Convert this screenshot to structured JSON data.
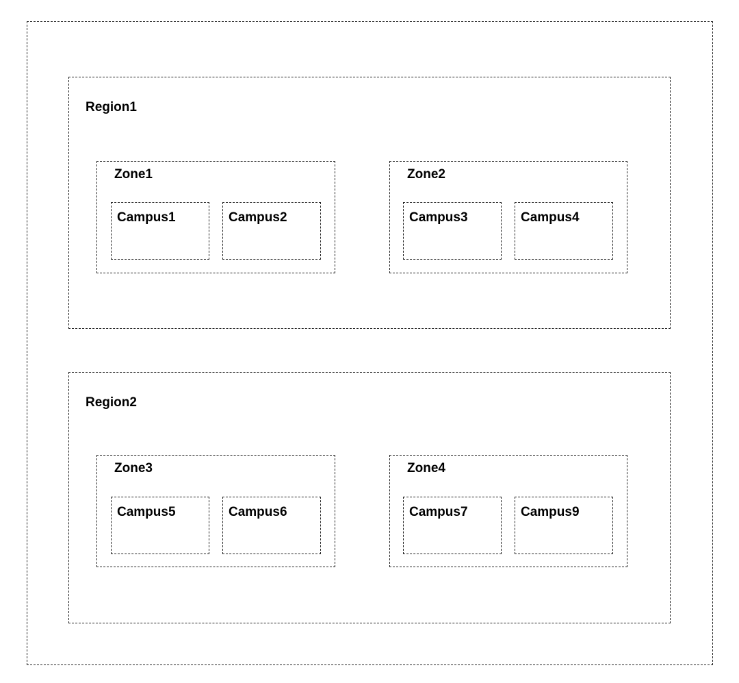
{
  "regions": [
    {
      "label": "Region1",
      "zones": [
        {
          "label": "Zone1",
          "campuses": [
            "Campus1",
            "Campus2"
          ]
        },
        {
          "label": "Zone2",
          "campuses": [
            "Campus3",
            "Campus4"
          ]
        }
      ]
    },
    {
      "label": "Region2",
      "zones": [
        {
          "label": "Zone3",
          "campuses": [
            "Campus5",
            "Campus6"
          ]
        },
        {
          "label": "Zone4",
          "campuses": [
            "Campus7",
            "Campus9"
          ]
        }
      ]
    }
  ],
  "colors": {
    "border": "#222222",
    "text": "#000000",
    "background": "#ffffff"
  }
}
